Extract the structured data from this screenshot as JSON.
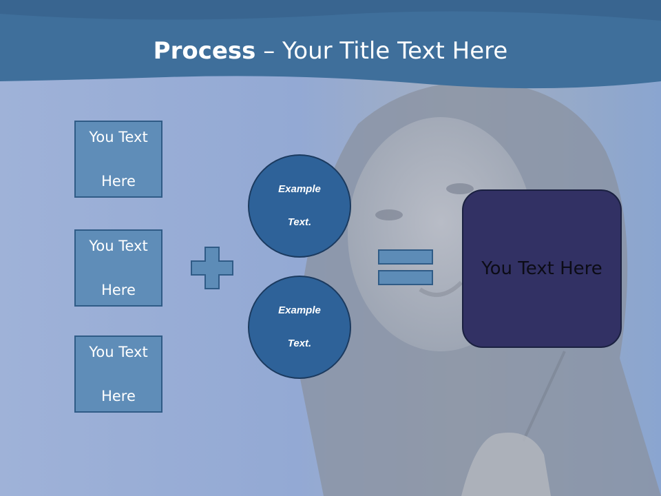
{
  "slide": {
    "title_bold": "Process",
    "title_dash": " – ",
    "title_rest": "Your Title Text Here"
  },
  "left_boxes": [
    {
      "line1": "You Text",
      "line2": "Here"
    },
    {
      "line1": "You Text",
      "line2": "Here"
    },
    {
      "line1": "You Text",
      "line2": "Here"
    }
  ],
  "circles": [
    {
      "line1": "Example",
      "line2": "Text."
    },
    {
      "line1": "Example",
      "line2": "Text."
    }
  ],
  "result_box": {
    "text": "You Text Here"
  },
  "colors": {
    "header": "#3f6f9b",
    "box_fill": "#5f8db8",
    "circle_fill": "#2e6299",
    "result_fill": "#323164",
    "operator_fill": "#5d8cb7"
  },
  "icons": [
    "plus-icon",
    "equals-icon"
  ]
}
